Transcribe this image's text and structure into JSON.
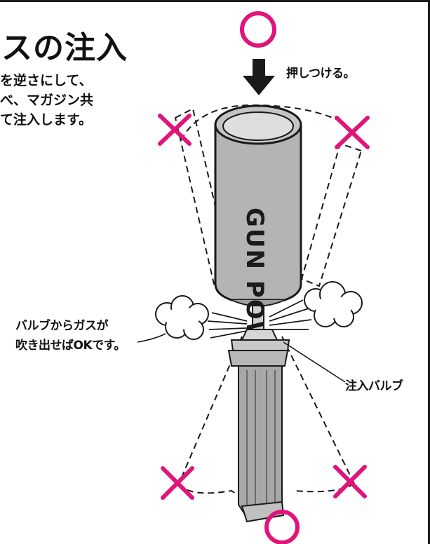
{
  "heading": "スの注入",
  "intro_lines": [
    "を逆さにして、",
    "べ、マガジン共",
    "て注入します。"
  ],
  "labels": {
    "press": "押しつける。",
    "valve_line1": "バルブからガスが",
    "valve_line2": "吹き出せばOKです。",
    "inject_valve": "注入バルブ"
  },
  "can_text": "GUN POWER",
  "marks": {
    "ok": "○",
    "ng": "×"
  },
  "colors": {
    "mark": "#e0147a",
    "can": "#b4b4b4",
    "magazine": "#a8a8a8",
    "ink": "#1a1a1a"
  }
}
